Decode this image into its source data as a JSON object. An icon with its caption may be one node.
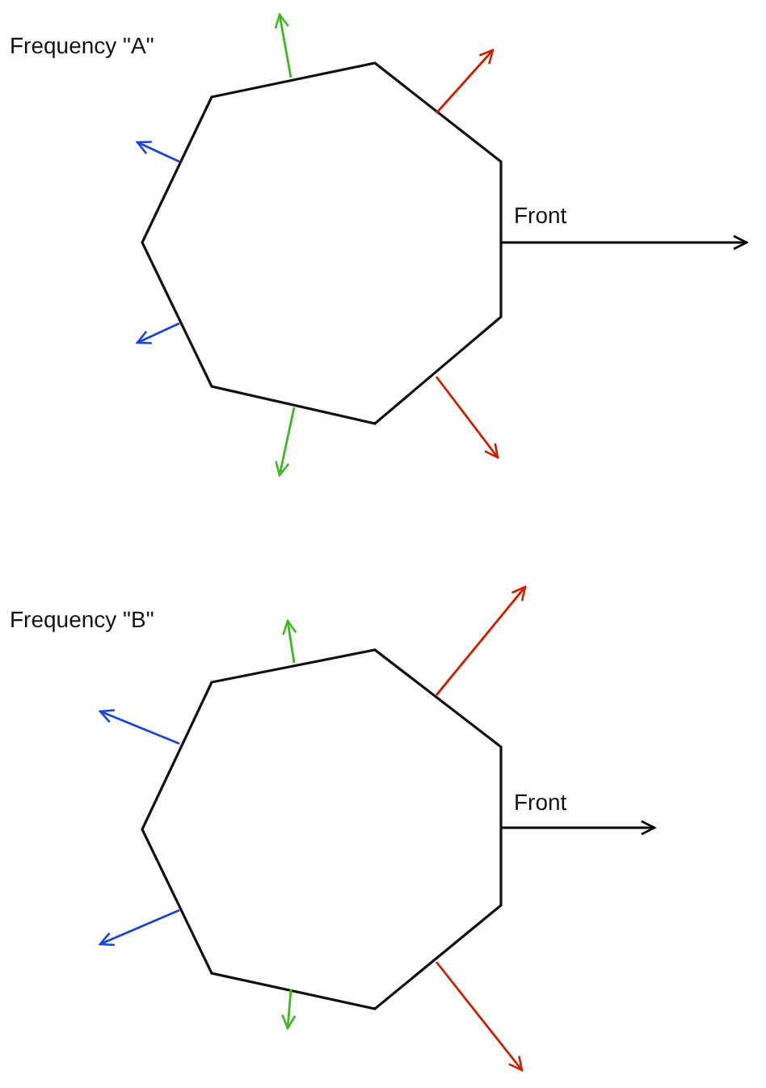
{
  "diagram": {
    "nodes": [
      {
        "text": [],
        "shape": "heptagon"
      },
      {
        "text": [],
        "shape": "heptagon"
      }
    ],
    "labels": [
      "Frequency \"A\"",
      "Front",
      "Frequency \"B\"",
      "Front"
    ]
  }
}
